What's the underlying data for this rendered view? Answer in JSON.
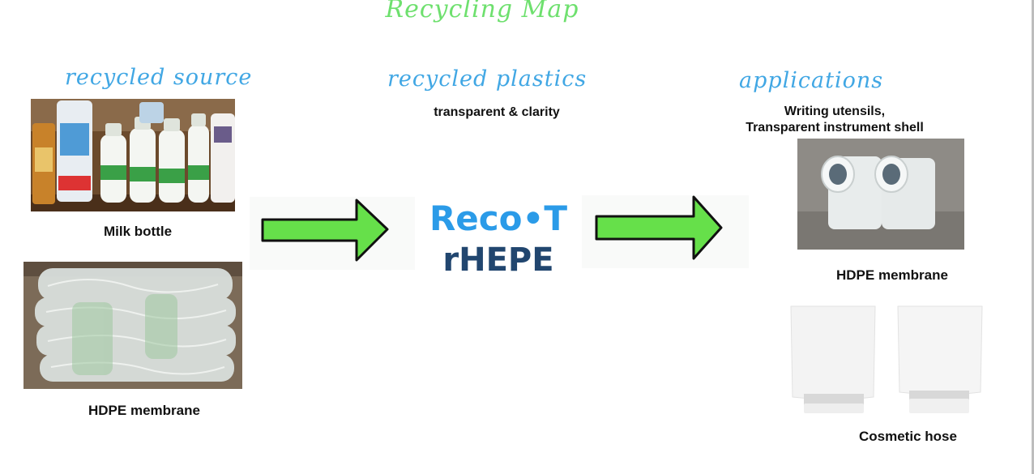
{
  "title": "Recycling Map",
  "source": {
    "heading": "recycled source",
    "items": [
      {
        "label": "Milk bottle"
      },
      {
        "label": "HDPE membrane"
      }
    ]
  },
  "plastics": {
    "heading": "recycled plastics",
    "subtitle": "transparent & clarity",
    "logo": {
      "line1": "Reco•T",
      "line2": "rHEPE"
    }
  },
  "applications": {
    "heading": "applications",
    "subtitle_line1": "Writing utensils,",
    "subtitle_line2": "Transparent instrument shell",
    "items": [
      {
        "label": "HDPE membrane"
      },
      {
        "label": "Cosmetic hose"
      }
    ]
  },
  "colors": {
    "title": "#6ee06e",
    "heading": "#41a7e4",
    "arrow_fill": "#66e04a",
    "logo_line1": "#2b9be8",
    "logo_line2": "#21466f"
  }
}
